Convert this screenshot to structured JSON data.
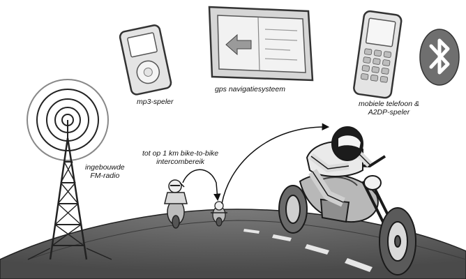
{
  "labels": {
    "mp3_player": "mp3-speler",
    "gps": "gps navigatiesysteem",
    "phone_line1": "mobiele telefoon &",
    "phone_line2": "A2DP-speler",
    "intercom_line1": "tot op 1 km bike-to-bike",
    "intercom_line2": "intercombereik",
    "radio_line1": "ingebouwde",
    "radio_line2": "FM-radio"
  },
  "icons": [
    "mp3-player-icon",
    "gps-navigator-icon",
    "mobile-phone-icon",
    "bluetooth-icon",
    "radio-tower-icon",
    "motorcycle-rider-icon"
  ],
  "colors": {
    "road": "#5a5a5a",
    "road_stripe": "#e6e6e6",
    "device_fill": "#e4e4e4",
    "device_stroke": "#333333",
    "bluetooth_badge": "#6f6f6f",
    "ink": "#111111"
  }
}
